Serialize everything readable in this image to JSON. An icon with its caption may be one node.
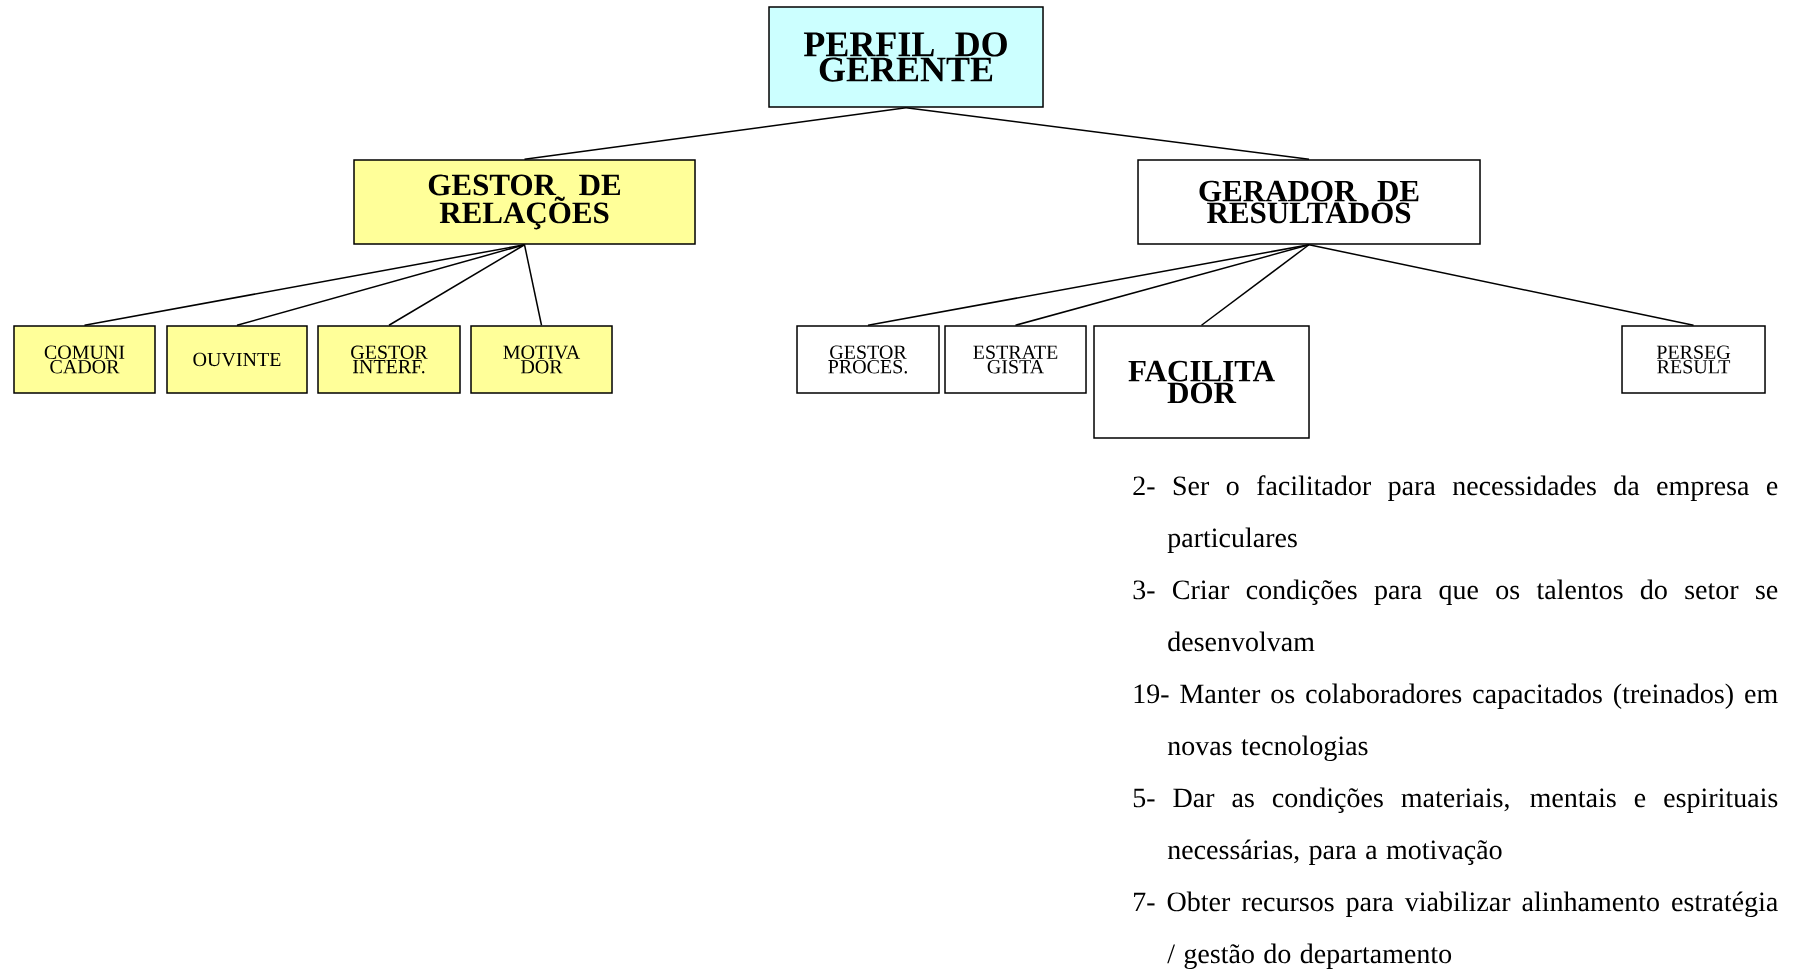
{
  "diagram": {
    "nodes": [
      {
        "text": [
          "PERFIL DO GERENTE"
        ]
      },
      {
        "text": [
          "GESTOR DE RELAÇÕES"
        ]
      },
      {
        "text": [
          "GERADOR DE RESULTADOS"
        ]
      },
      {
        "text": [
          "COMUNI CADOR"
        ]
      },
      {
        "text": [
          "OUVINTE"
        ]
      },
      {
        "text": [
          "GESTOR INTERF."
        ]
      },
      {
        "text": [
          "MOTIVA DOR"
        ]
      },
      {
        "text": [
          "GESTOR PROCES."
        ]
      },
      {
        "text": [
          "ESTRATE GISTA"
        ]
      },
      {
        "text": [
          "FACILITA DOR"
        ]
      },
      {
        "text": [
          "PERSEG RESULT"
        ]
      }
    ],
    "edges": [
      {
        "from": 0,
        "to": 1,
        "arrow": "none"
      },
      {
        "from": 0,
        "to": 2,
        "arrow": "none"
      },
      {
        "from": 1,
        "to": 3,
        "arrow": "none"
      },
      {
        "from": 1,
        "to": 4,
        "arrow": "none"
      },
      {
        "from": 1,
        "to": 5,
        "arrow": "none"
      },
      {
        "from": 1,
        "to": 6,
        "arrow": "none"
      },
      {
        "from": 2,
        "to": 7,
        "arrow": "none"
      },
      {
        "from": 2,
        "to": 8,
        "arrow": "none"
      },
      {
        "from": 2,
        "to": 9,
        "arrow": "none"
      },
      {
        "from": 2,
        "to": 10,
        "arrow": "none"
      }
    ],
    "labels": [
      "2- Ser o facilitador para necessidades da empresa e particulares",
      "3- Criar condições para que os talentos do setor se desenvolvam",
      "19- Manter os colaboradores capacitados (treinados) em novas tecnologias",
      "5- Dar as condições materiais, mentais e espirituais necessárias, para a motivação",
      "7- Obter recursos para viabilizar alinhamento estratégia / gestão do departamento"
    ]
  }
}
